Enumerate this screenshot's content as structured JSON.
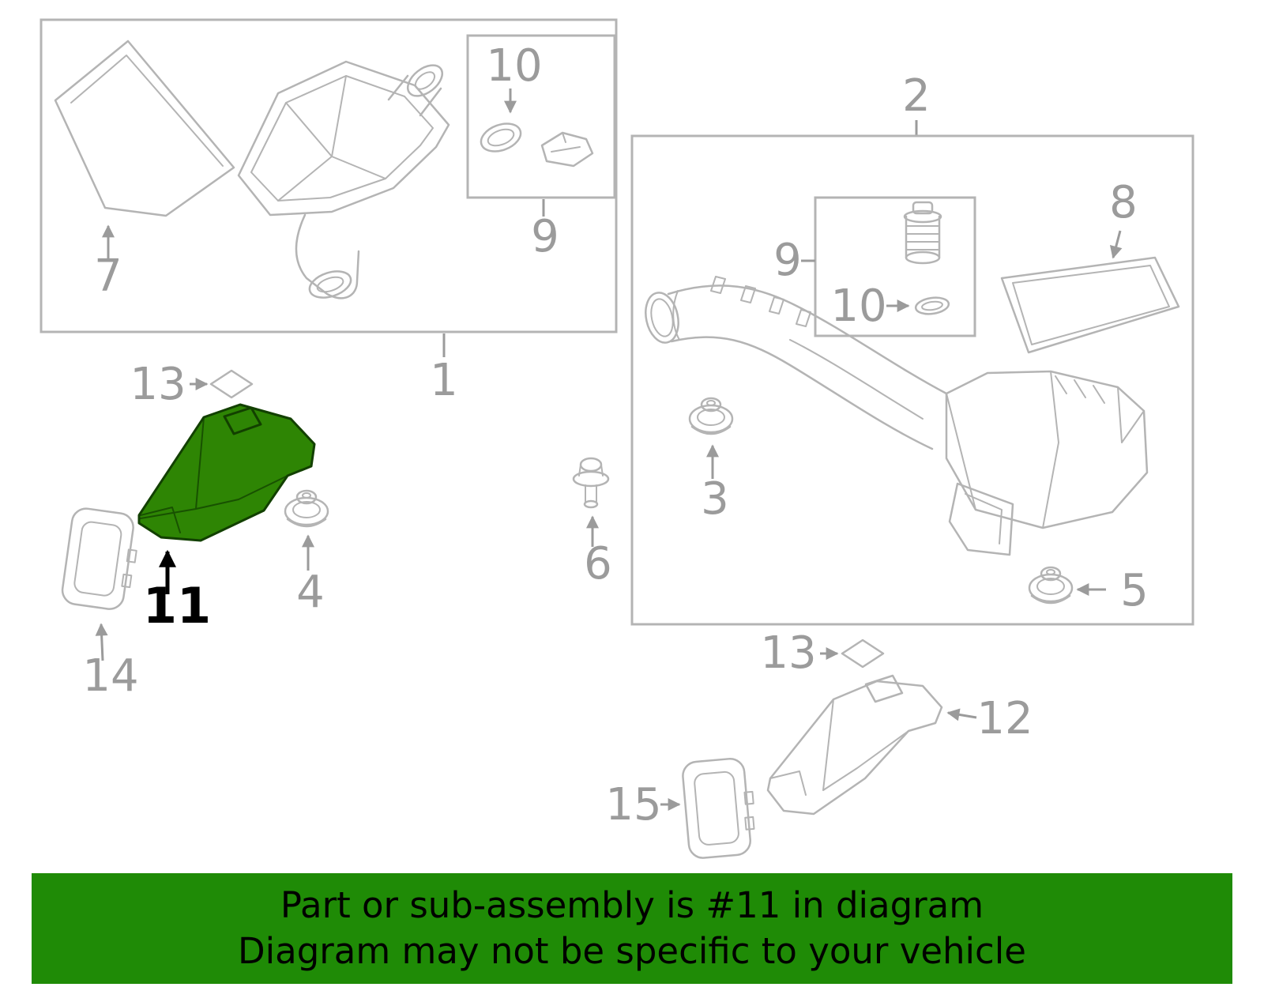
{
  "banner": {
    "line1": "Part or sub-assembly is #11 in diagram",
    "line2": "Diagram may not be specific to your vehicle"
  },
  "highlighted_part": "11",
  "callouts": {
    "1": "1",
    "2": "2",
    "3": "3",
    "4": "4",
    "5": "5",
    "6": "6",
    "7": "7",
    "8": "8",
    "9": "9",
    "10": "10",
    "11": "11",
    "12": "12",
    "13": "13",
    "14": "14",
    "15": "15"
  },
  "icons": {
    "arrow": "callout-arrow",
    "diamond": "clip-diamond"
  },
  "colors": {
    "background": "#ffffff",
    "line": "#b4b4b4",
    "label": "#9b9b9b",
    "highlight_fill": "#2e8504",
    "highlight_stroke": "#124000",
    "banner_bg": "#1f8b06",
    "banner_text": "#000000"
  }
}
